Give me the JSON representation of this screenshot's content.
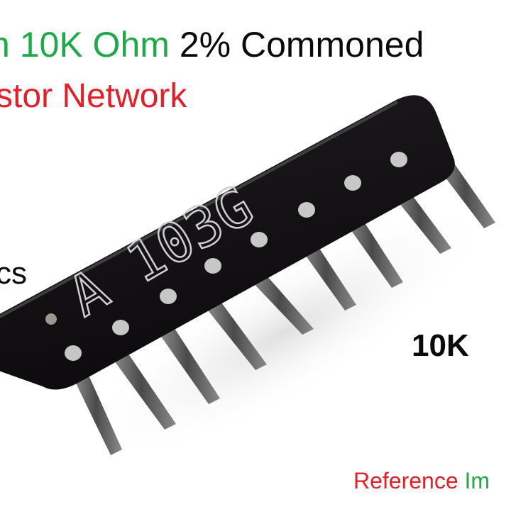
{
  "title": {
    "line1": {
      "green_part": "n 10K Ohm",
      "black_part": "2% Commoned"
    },
    "line2": {
      "red_part": "stor Network"
    }
  },
  "quantity_label": "cs",
  "value_label": "10K",
  "reference": {
    "red_part": "Reference",
    "green_part": "Im"
  },
  "component": {
    "marking": "A 103G",
    "pin_count": 9,
    "body_color": "#141114",
    "pin_color": "#6b6b6b"
  },
  "colors": {
    "green": "#1fa94a",
    "red": "#e3202a",
    "black": "#0a0a0a",
    "background": "#ffffff"
  }
}
